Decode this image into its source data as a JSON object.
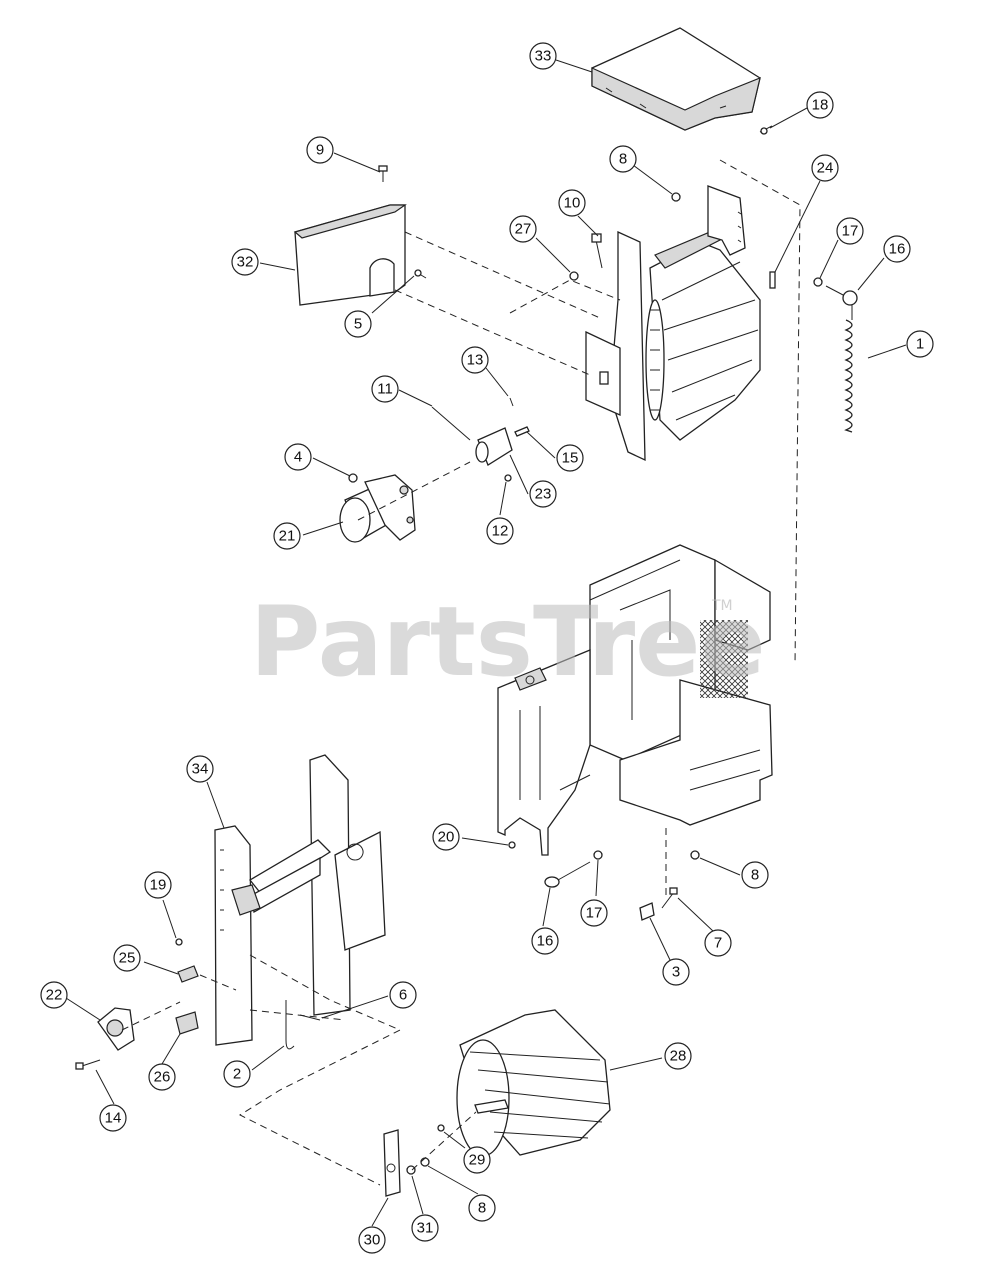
{
  "watermark": {
    "text": "PartsTree",
    "tm": "TM"
  },
  "callouts": [
    {
      "id": "c33",
      "label": "33"
    },
    {
      "id": "c18",
      "label": "18"
    },
    {
      "id": "c9",
      "label": "9"
    },
    {
      "id": "c8a",
      "label": "8"
    },
    {
      "id": "c24",
      "label": "24"
    },
    {
      "id": "c10",
      "label": "10"
    },
    {
      "id": "c27",
      "label": "27"
    },
    {
      "id": "c17a",
      "label": "17"
    },
    {
      "id": "c16a",
      "label": "16"
    },
    {
      "id": "c32",
      "label": "32"
    },
    {
      "id": "c5",
      "label": "5"
    },
    {
      "id": "c1",
      "label": "1"
    },
    {
      "id": "c13",
      "label": "13"
    },
    {
      "id": "c11",
      "label": "11"
    },
    {
      "id": "c4",
      "label": "4"
    },
    {
      "id": "c15",
      "label": "15"
    },
    {
      "id": "c23",
      "label": "23"
    },
    {
      "id": "c21",
      "label": "21"
    },
    {
      "id": "c12",
      "label": "12"
    },
    {
      "id": "c34",
      "label": "34"
    },
    {
      "id": "c20",
      "label": "20"
    },
    {
      "id": "c8b",
      "label": "8"
    },
    {
      "id": "c19",
      "label": "19"
    },
    {
      "id": "c17b",
      "label": "17"
    },
    {
      "id": "c7",
      "label": "7"
    },
    {
      "id": "c16b",
      "label": "16"
    },
    {
      "id": "c25",
      "label": "25"
    },
    {
      "id": "c3",
      "label": "3"
    },
    {
      "id": "c6",
      "label": "6"
    },
    {
      "id": "c22",
      "label": "22"
    },
    {
      "id": "c28",
      "label": "28"
    },
    {
      "id": "c26",
      "label": "26"
    },
    {
      "id": "c2",
      "label": "2"
    },
    {
      "id": "c14",
      "label": "14"
    },
    {
      "id": "c29",
      "label": "29"
    },
    {
      "id": "c8c",
      "label": "8"
    },
    {
      "id": "c30",
      "label": "30"
    },
    {
      "id": "c31",
      "label": "31"
    }
  ]
}
